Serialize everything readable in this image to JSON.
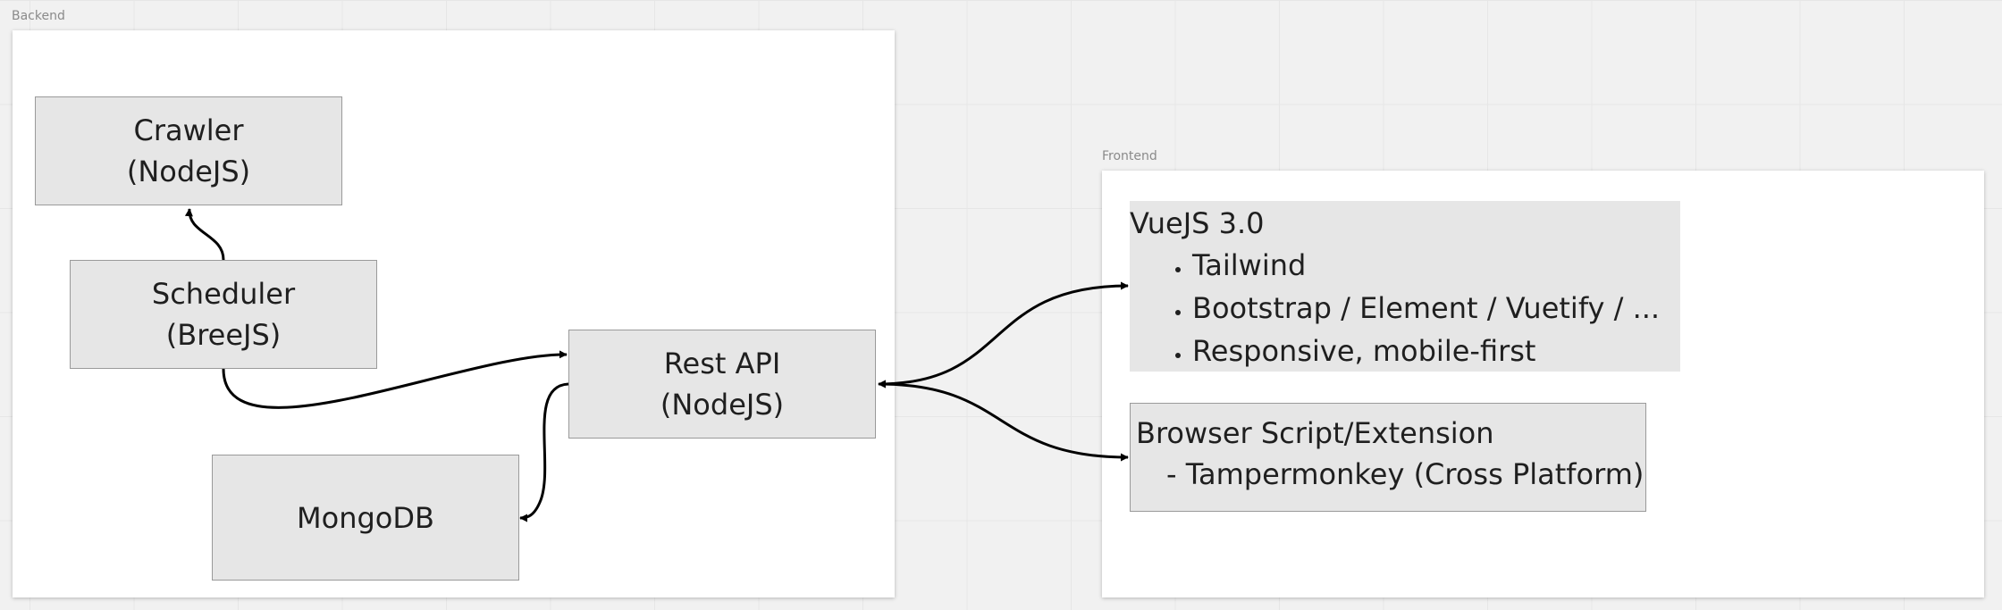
{
  "frames": {
    "backend": {
      "label": "Backend"
    },
    "frontend": {
      "label": "Frontend"
    }
  },
  "nodes": {
    "crawler": {
      "lines": [
        "Crawler",
        "(NodeJS)"
      ]
    },
    "scheduler": {
      "lines": [
        "Scheduler",
        "(BreeJS)"
      ]
    },
    "rest_api": {
      "lines": [
        "Rest API",
        "(NodeJS)"
      ]
    },
    "mongodb": {
      "lines": [
        "MongoDB"
      ]
    },
    "vuejs": {
      "title": "VueJS 3.0",
      "bullets": [
        "Tailwind",
        "Bootstrap / Element / Vuetify / ...",
        "Responsive, mobile-first"
      ]
    },
    "browser_script": {
      "lines": [
        "Browser Script/Extension",
        "- Tampermonkey (Cross Platform)"
      ]
    }
  },
  "connections": [
    {
      "from": "scheduler",
      "to": "crawler"
    },
    {
      "from": "scheduler",
      "to": "rest_api"
    },
    {
      "from": "rest_api",
      "to": "mongodb"
    },
    {
      "from": "rest_api",
      "to": "vuejs",
      "bidirectional": true
    },
    {
      "from": "rest_api",
      "to": "browser_script",
      "bidirectional": true
    }
  ],
  "colors": {
    "canvas": "#f1f1f1",
    "frame": "#ffffff",
    "node_fill": "#e6e6e6",
    "node_border": "#9a9a9a",
    "connector": "#000000"
  }
}
